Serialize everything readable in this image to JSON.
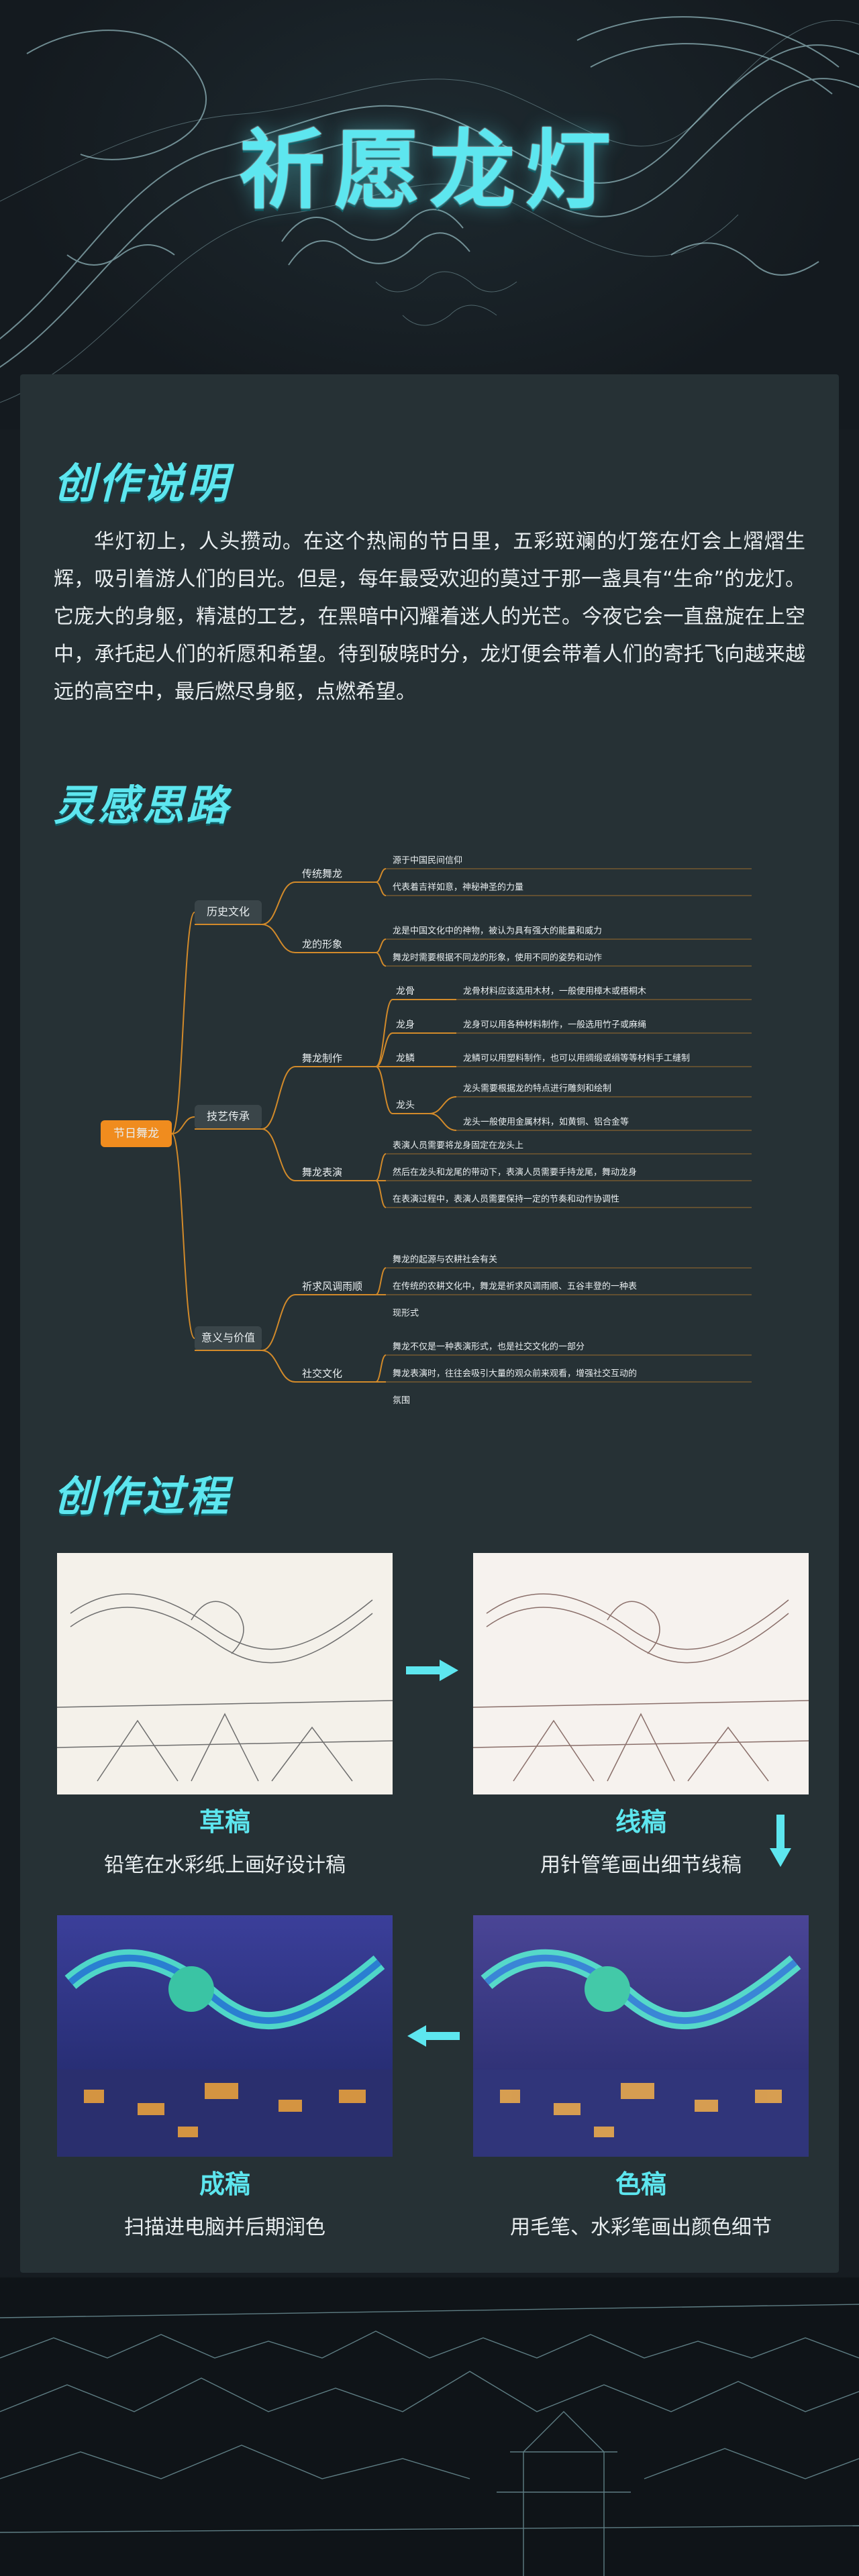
{
  "header": {
    "title": "祈愿龙灯"
  },
  "sections": {
    "intro_title": "创作说明",
    "inspiration_title": "灵感思路",
    "process_title": "创作过程"
  },
  "intro": {
    "text": "华灯初上，人头攒动。在这个热闹的节日里，五彩斑斓的灯笼在灯会上熠熠生辉，吸引着游人们的目光。但是，每年最受欢迎的莫过于那一盏具有“生命”的龙灯。它庞大的身躯，精湛的工艺，在黑暗中闪耀着迷人的光芒。今夜它会一直盘旋在上空中，承托起人们的祈愿和希望。待到破晓时分，龙灯便会带着人们的寄托飞向越来越远的高空中，最后燃尽身躯，点燃希望。"
  },
  "mindmap": {
    "root": "节日舞龙",
    "branches": [
      {
        "label": "历史文化",
        "children": [
          {
            "label": "传统舞龙",
            "items": [
              "源于中国民间信仰",
              "代表着吉祥如意，神秘神圣的力量"
            ]
          },
          {
            "label": "龙的形象",
            "items": [
              "龙是中国文化中的神物，被认为具有强大的能量和威力",
              "舞龙时需要根据不同龙的形象，使用不同的姿势和动作"
            ]
          }
        ]
      },
      {
        "label": "技艺传承",
        "children": [
          {
            "label": "舞龙制作",
            "parts": [
              {
                "label": "龙骨",
                "items": [
                  "龙骨材料应该选用木材，一般使用樟木或梧桐木"
                ]
              },
              {
                "label": "龙身",
                "items": [
                  "龙身可以用各种材料制作，一般选用竹子或麻绳"
                ]
              },
              {
                "label": "龙鳞",
                "items": [
                  "龙鳞可以用塑料制作，也可以用绸缎或绢等等材料手工缝制"
                ]
              },
              {
                "label": "龙头",
                "items": [
                  "龙头需要根据龙的特点进行雕刻和绘制",
                  "龙头一般使用金属材料，如黄铜、铝合金等"
                ]
              }
            ]
          },
          {
            "label": "舞龙表演",
            "items": [
              "表演人员需要将龙身固定在龙头上",
              "然后在龙头和龙尾的带动下，表演人员需要手持龙尾，舞动龙身",
              "在表演过程中，表演人员需要保持一定的节奏和动作协调性"
            ]
          }
        ]
      },
      {
        "label": "意义与价值",
        "children": [
          {
            "label": "祈求风调雨顺",
            "items": [
              "舞龙的起源与农耕社会有关",
              "在传统的农耕文化中，舞龙是祈求风调雨顺、五谷丰登的一种表",
              "现形式"
            ]
          },
          {
            "label": "社交文化",
            "items": [
              "舞龙不仅是一种表演形式，也是社交文化的一部分",
              "舞龙表演时，往往会吸引大量的观众前来观看，增强社交互动的",
              "氛围"
            ]
          }
        ]
      }
    ]
  },
  "process": [
    {
      "title": "草稿",
      "desc": "铅笔在水彩纸上画好设计稿"
    },
    {
      "title": "线稿",
      "desc": "用针管笔画出细节线稿"
    },
    {
      "title": "成稿",
      "desc": "扫描进电脑并后期润色"
    },
    {
      "title": "色稿",
      "desc": "用毛笔、水彩笔画出颜色细节"
    }
  ],
  "colors": {
    "accent": "#5de6ef",
    "panel": "#263135",
    "background": "#161c21",
    "mindmap_line": "#d28a2a",
    "root_node": "#f08c1e"
  }
}
